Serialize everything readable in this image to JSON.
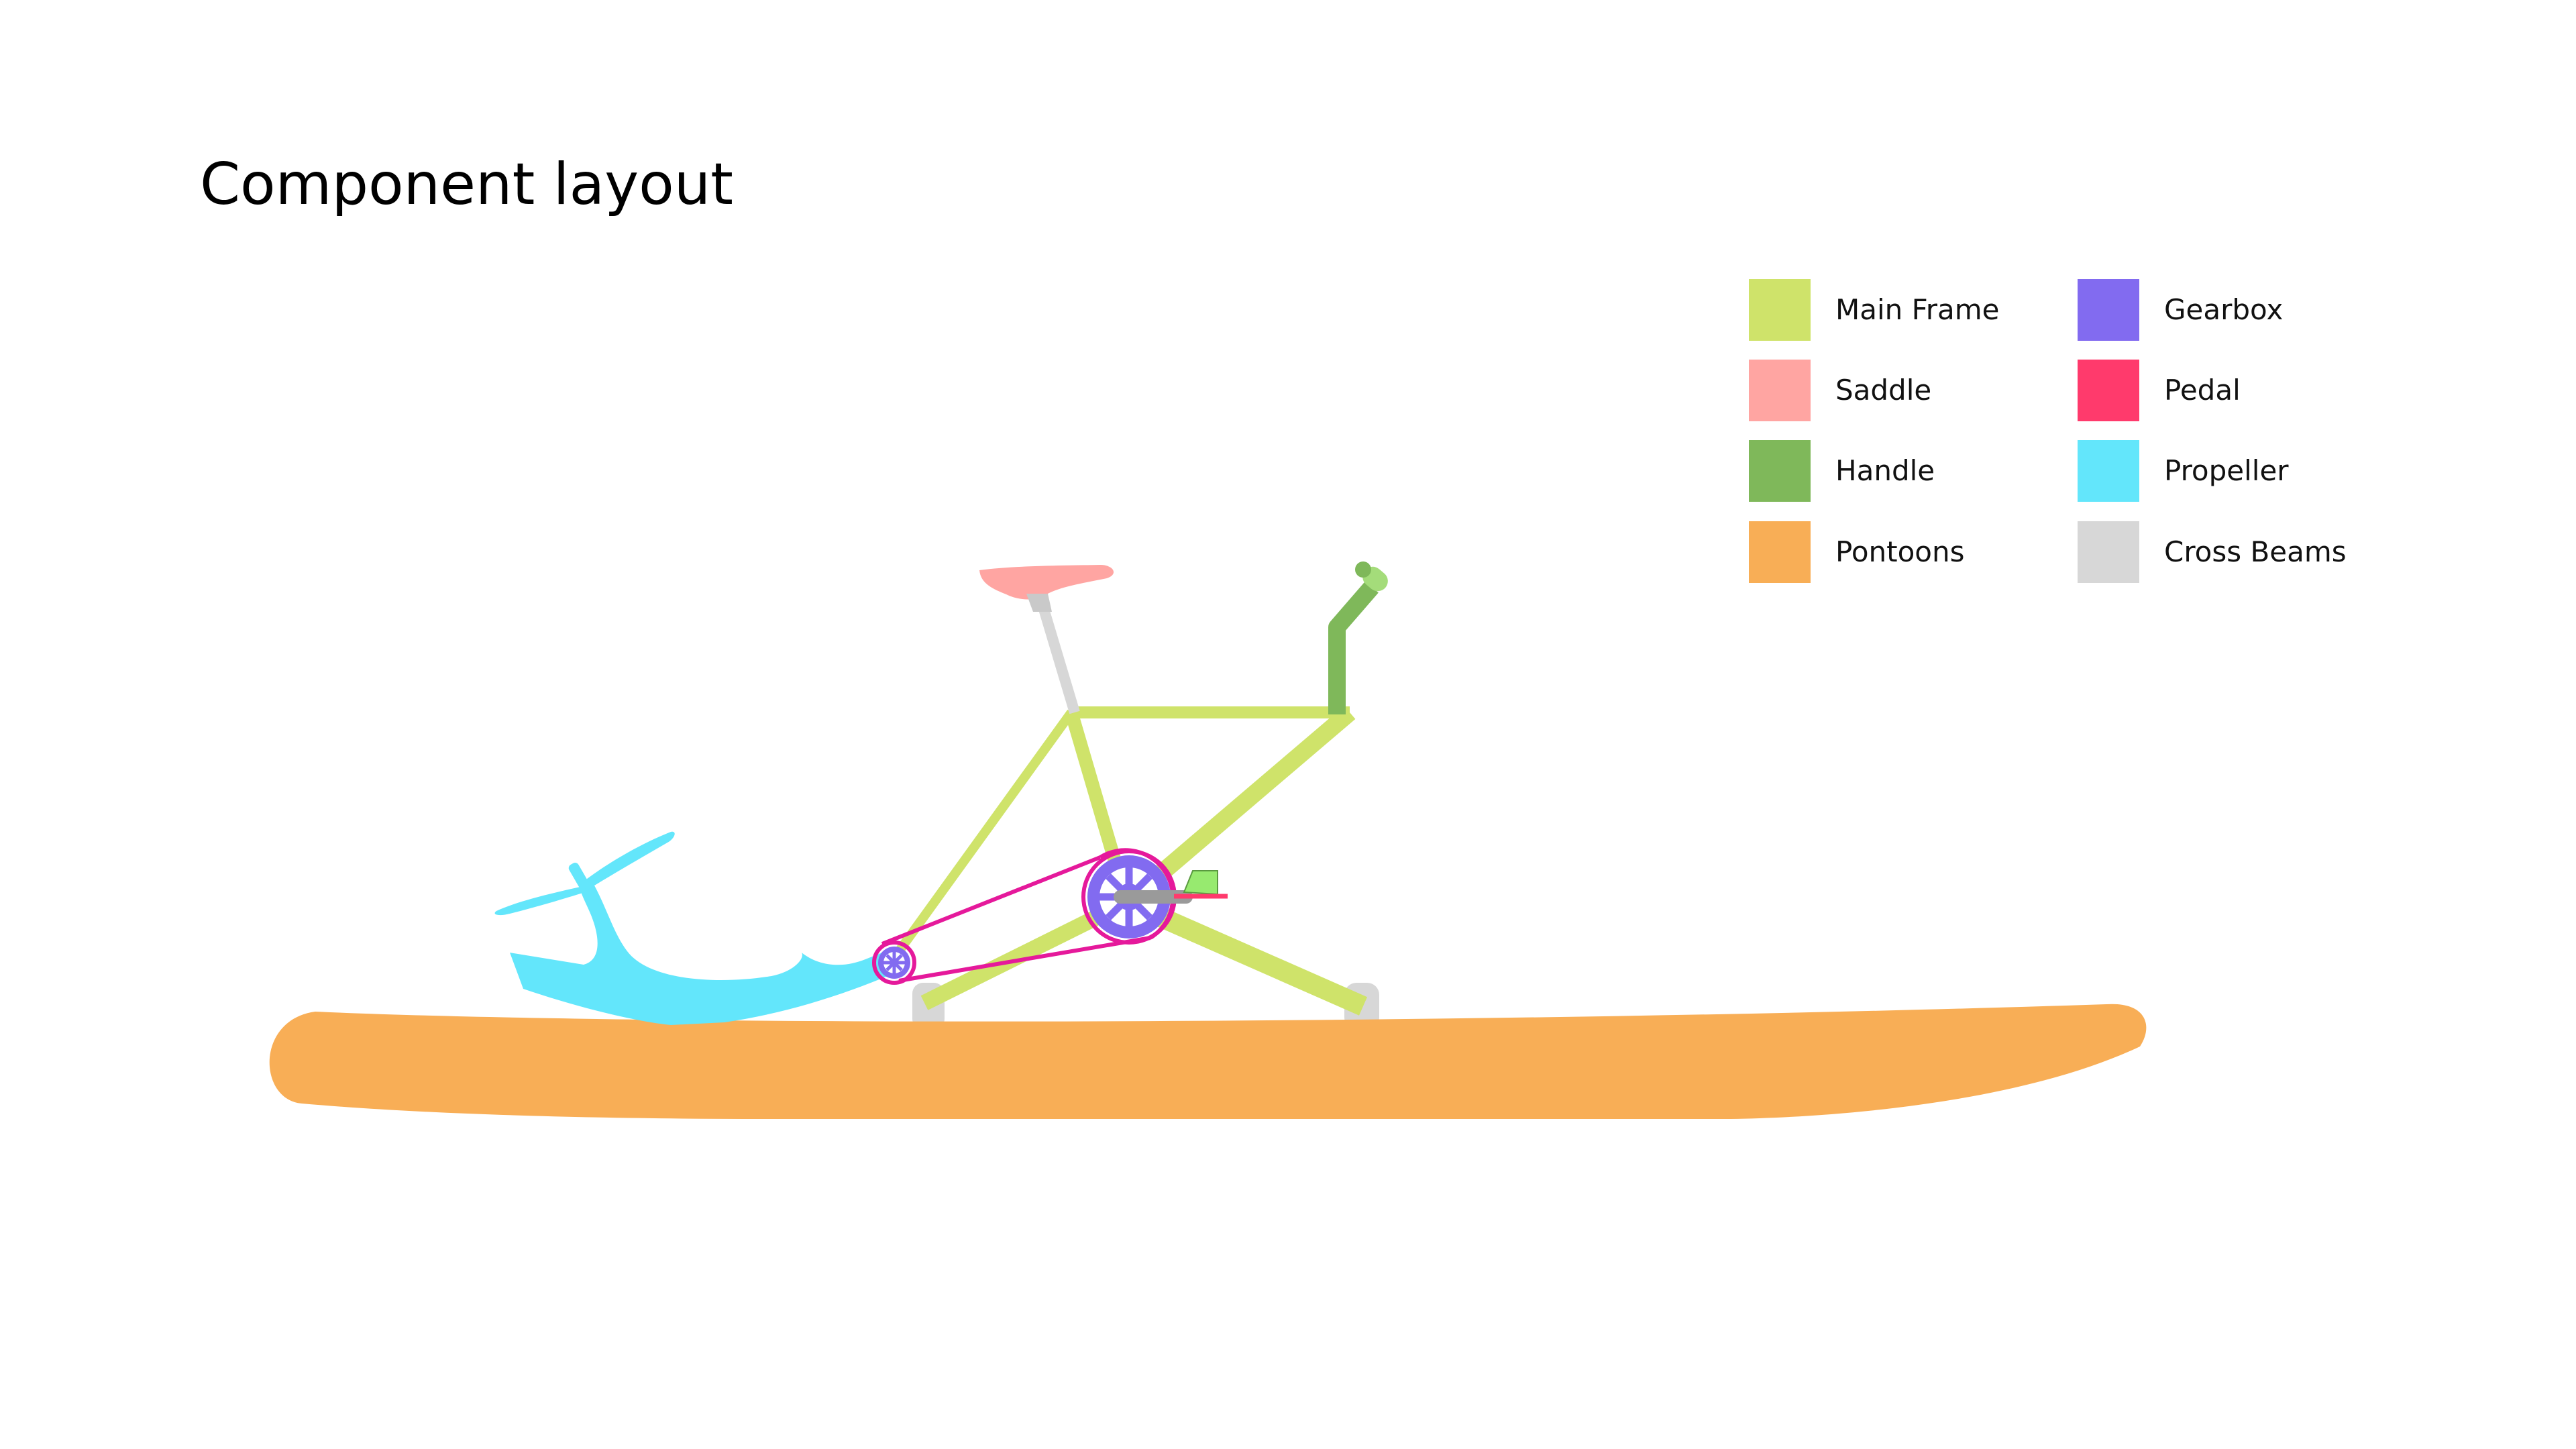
{
  "header": {
    "title": "Component layout"
  },
  "legend": {
    "items": [
      {
        "label": "Main Frame",
        "color": "#cfe36a",
        "icon": "main-frame"
      },
      {
        "label": "Saddle",
        "color": "#ffa5a2",
        "icon": "saddle"
      },
      {
        "label": "Handle",
        "color": "#7fb85a",
        "icon": "handle"
      },
      {
        "label": "Pontoons",
        "color": "#f8ae56",
        "icon": "pontoons"
      },
      {
        "label": "Gearbox",
        "color": "#826bf0",
        "icon": "gearbox"
      },
      {
        "label": "Pedal",
        "color": "#ff3a6c",
        "icon": "pedal"
      },
      {
        "label": "Propeller",
        "color": "#63e6fb",
        "icon": "propeller"
      },
      {
        "label": "Cross Beams",
        "color": "#d7d7d7",
        "icon": "cross-beams"
      }
    ]
  },
  "colors": {
    "chain": "#e5199b",
    "crank": "#9a9a9a",
    "pedal_foot": "#97ea6f",
    "handle_grip": "#a4dc7a",
    "background": "#ffffff",
    "title_text": "#000000"
  }
}
